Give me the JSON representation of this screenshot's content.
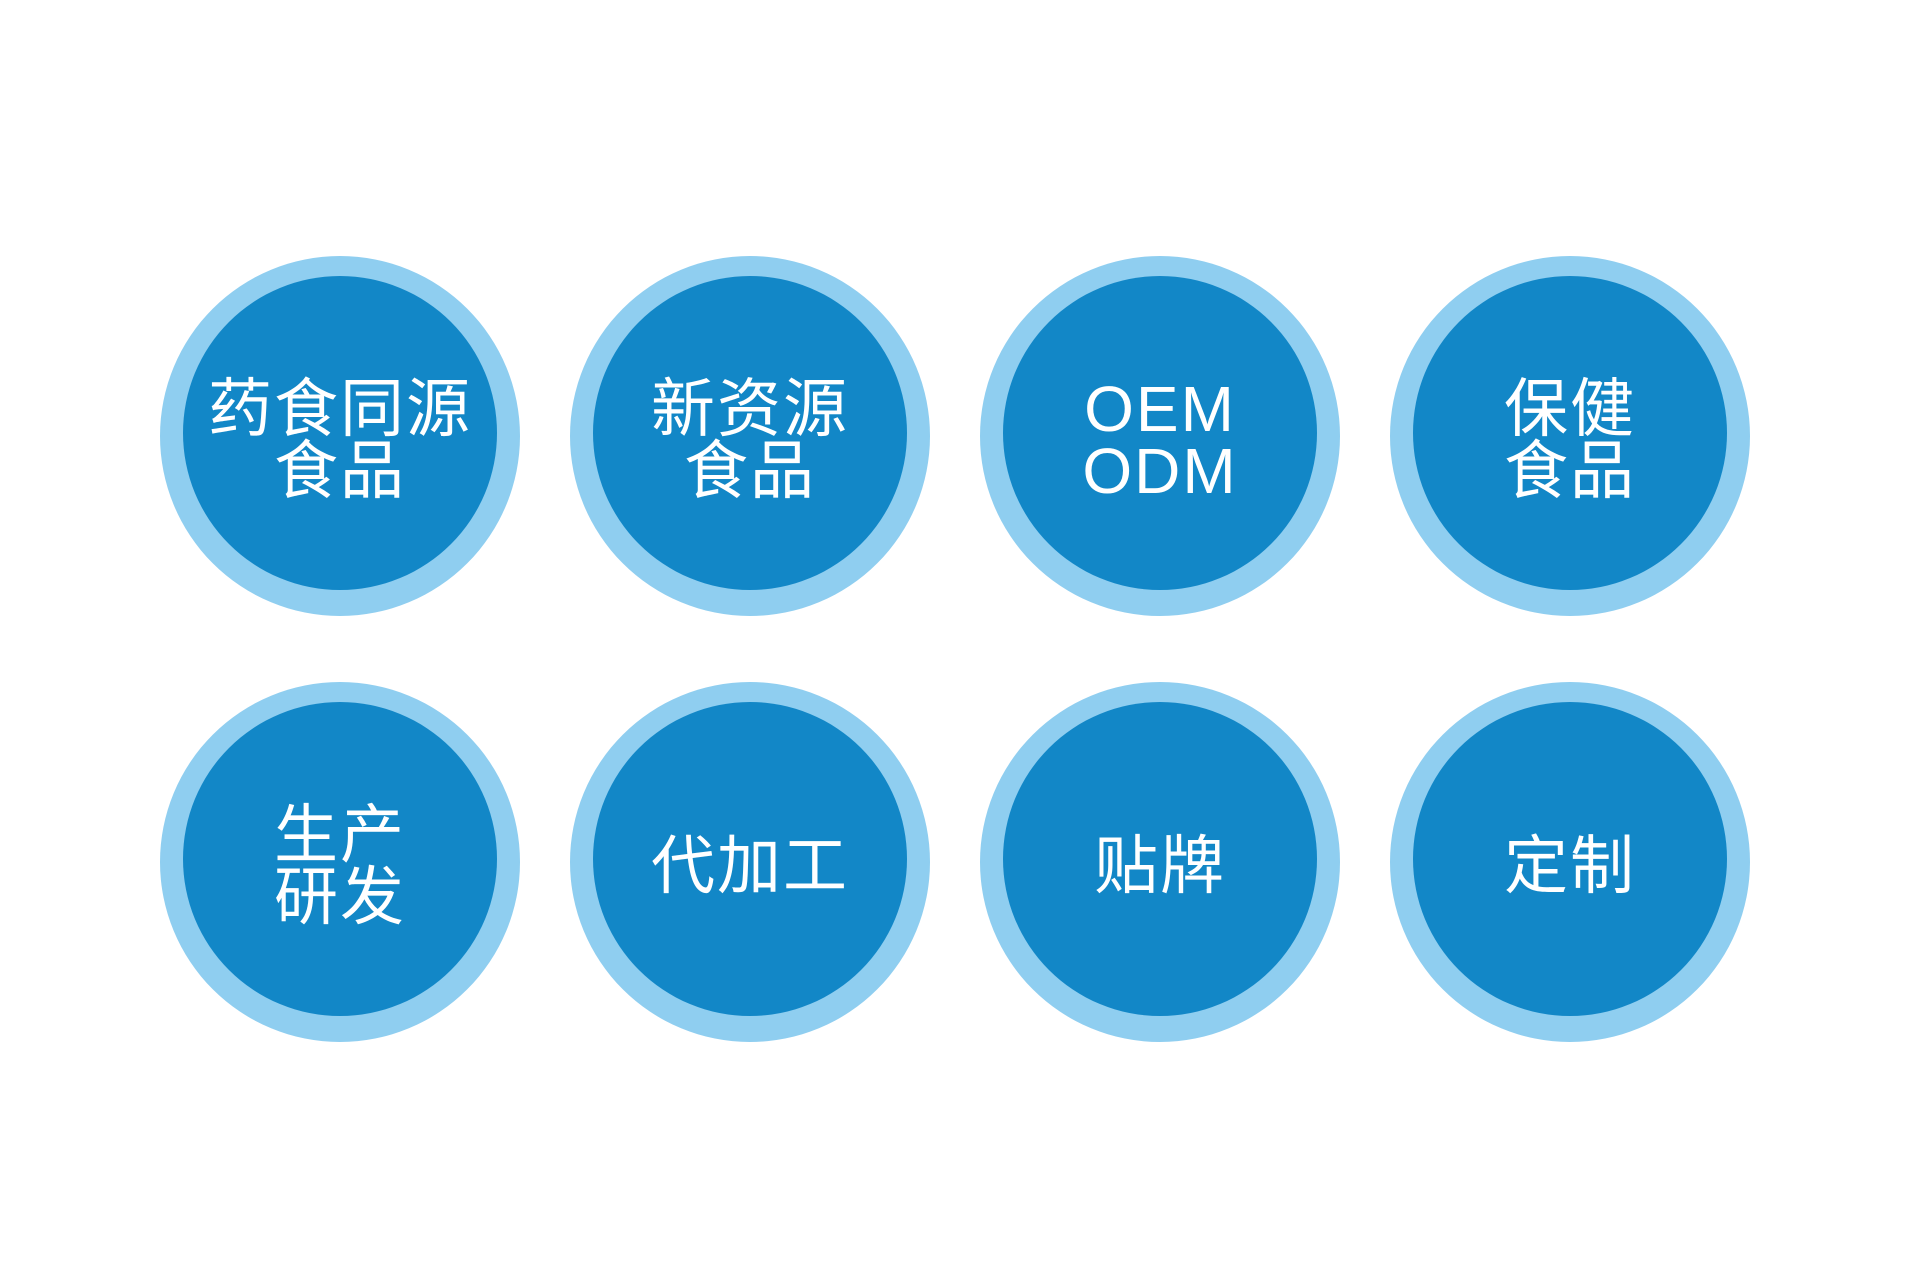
{
  "colors": {
    "ring": "#8FCEF0",
    "fill": "#1287C7",
    "text": "#FFFFFF",
    "background": "#FFFFFF"
  },
  "circles": [
    {
      "lines": [
        "药食同源",
        "食品"
      ]
    },
    {
      "lines": [
        "新资源",
        "食品"
      ]
    },
    {
      "lines": [
        "OEM",
        "ODM"
      ]
    },
    {
      "lines": [
        "保健",
        "食品"
      ]
    },
    {
      "lines": [
        "生产",
        "研发"
      ]
    },
    {
      "lines": [
        "代加工"
      ]
    },
    {
      "lines": [
        "贴牌"
      ]
    },
    {
      "lines": [
        "定制"
      ]
    }
  ]
}
